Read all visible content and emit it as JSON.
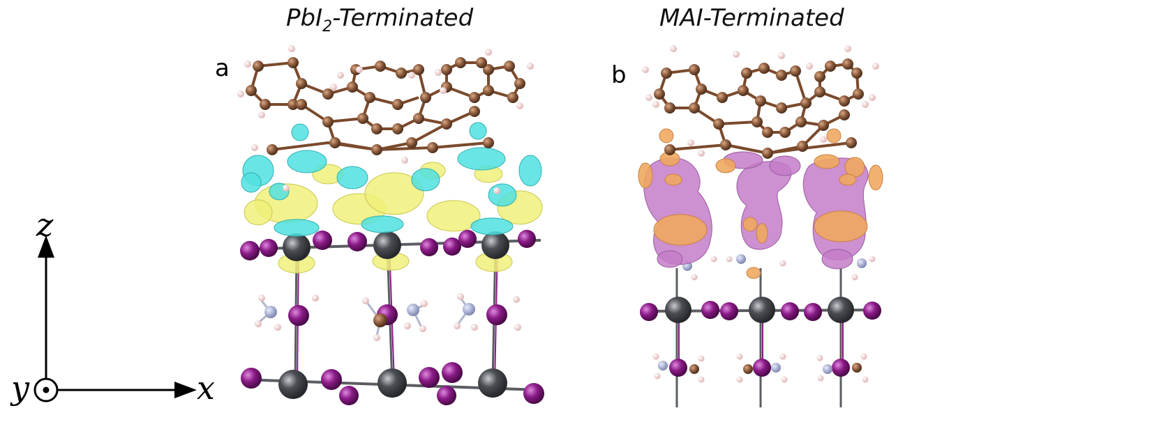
{
  "panels": [
    {
      "label": "a",
      "title_main": "PbI",
      "title_sub": "2",
      "title_rest": "-Terminated"
    },
    {
      "label": "b",
      "title_main": "MAI-Terminated"
    }
  ],
  "axes": {
    "vertical": "z",
    "horizontal": "x",
    "out_of_plane": "y"
  },
  "colors": {
    "carbon": "#8a5a3b",
    "hydrogen": "#f0d0d0",
    "lead": "#4a4d52",
    "iodine": "#8a1a86",
    "nitrogen": "#a9b2d6",
    "iso_cyan": "#50e0e0",
    "iso_yellow": "#f0f07a",
    "iso_purple": "#c47cc8",
    "iso_orange": "#f0a860"
  }
}
